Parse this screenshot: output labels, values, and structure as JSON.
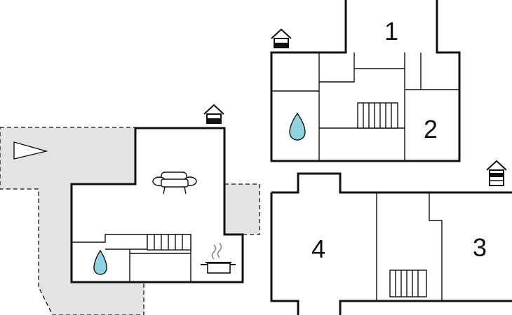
{
  "floor_plan": {
    "room_labels": [
      "1",
      "2",
      "3",
      "4"
    ],
    "icons": {
      "entrance": "house-entrance-icon",
      "water": "water-drop-icon",
      "sofa": "sofa-icon",
      "kitchen": "cooking-pot-icon",
      "stairs": "staircase-icon",
      "direction": "direction-arrow-icon"
    },
    "colors": {
      "wall": "#111111",
      "terrace": "#e3e3e3",
      "water": "#8fd3e2",
      "background": "#ffffff"
    }
  }
}
